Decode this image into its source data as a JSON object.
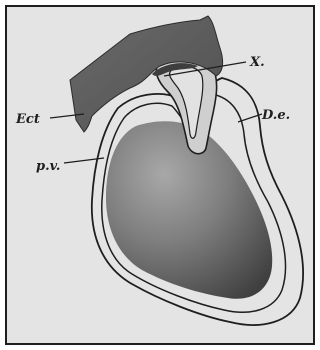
{
  "diagram": {
    "labels": {
      "x": "X.",
      "de": "D.e.",
      "ect": "Ect",
      "pv": "p.v."
    }
  },
  "colors": {
    "paper": "#e4e4e4",
    "ink": "#1e1e1e",
    "ectoderm": "#5d5d5d",
    "yolk_dark": "#4c4c4c",
    "yolk_light": "#a8a8a8"
  }
}
